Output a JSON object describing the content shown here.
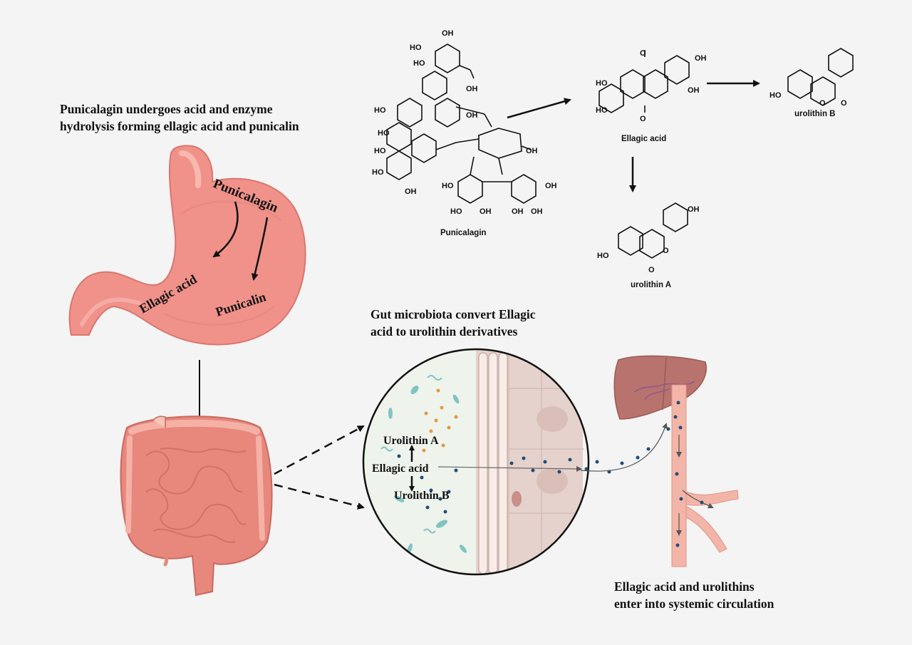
{
  "captions": {
    "stomach_line1": "Punicalagin undergoes acid and enzyme",
    "stomach_line2": "hydrolysis forming ellagic acid and punicalin",
    "gut_line1": "Gut microbiota convert Ellagic",
    "gut_line2": "acid to urolithin derivatives",
    "circ_line1": "Ellagic acid and urolithins",
    "circ_line2": "enter into systemic circulation"
  },
  "stomach": {
    "punicalagin": "Punicalagin",
    "ellagic_acid": "Ellagic acid",
    "punicalin": "Punicalin"
  },
  "compounds": {
    "punicalagin": "Punicalagin",
    "ellagic_acid": "Ellagic acid",
    "urolithin_a": "urolithin A",
    "urolithin_b": "urolithin B"
  },
  "chem_labels": {
    "oh": "OH",
    "ho": "HO",
    "o": "O"
  },
  "gut": {
    "urolithin_a": "Urolithin A",
    "ellagic_acid": "Ellagic acid",
    "urolithin_b": "Urolithin B"
  },
  "colors": {
    "stomach": "#f0928a",
    "intestine": "#e8877c",
    "liver": "#b8736e",
    "vessel": "#f3b5a8",
    "microbe": "#7fc4c2",
    "molecule_dot": "#1f4e79",
    "orange_dot": "#e39a3a"
  }
}
